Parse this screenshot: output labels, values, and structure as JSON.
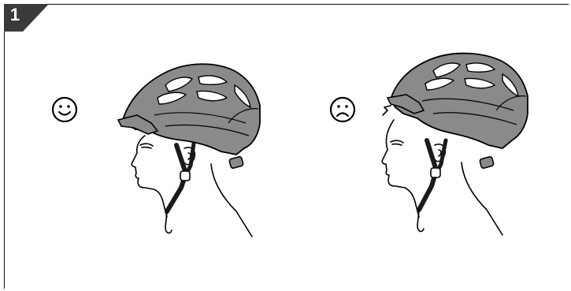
{
  "step": {
    "number": "1"
  },
  "colors": {
    "badge": "#3a3a3a",
    "frame_line": "#2b2b2b",
    "helmet_fill": "#8a8a8a",
    "outline": "#000000"
  },
  "panels": [
    {
      "id": "correct-fit",
      "indicator": "smiley-face-icon",
      "meaning": "correct"
    },
    {
      "id": "incorrect-fit",
      "indicator": "frowny-face-icon",
      "meaning": "incorrect"
    }
  ]
}
